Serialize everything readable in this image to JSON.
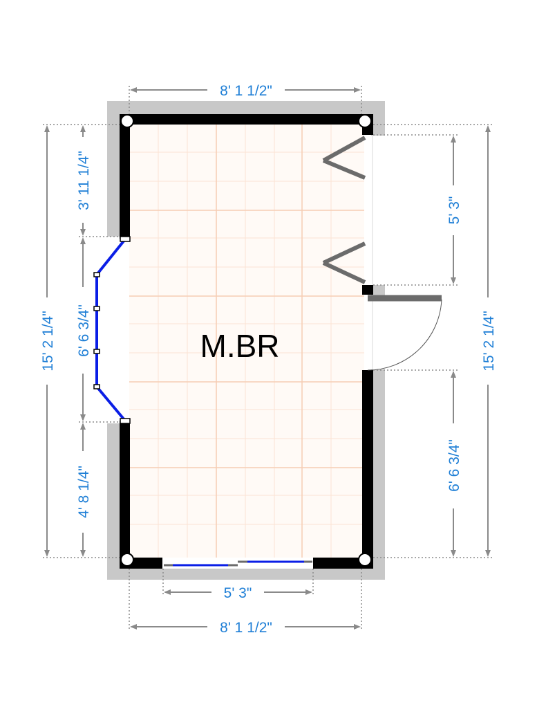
{
  "room": {
    "label": "M.BR"
  },
  "dimensions": {
    "top_width": "8' 1 1/2\"",
    "bottom_width": "8' 1 1/2\"",
    "bottom_window": "5' 3\"",
    "left_upper": "3' 11 1/4\"",
    "left_bay": "6' 6 3/4\"",
    "left_lower": "4' 8 1/4\"",
    "left_total": "15' 2 1/4\"",
    "right_upper": "5' 3\"",
    "right_lower": "6' 6 3/4\"",
    "right_total": "15' 2 1/4\""
  },
  "colors": {
    "wall": "#000000",
    "wall_shadow": "#c8c8c8",
    "window": "#0a1ee6",
    "dimension_text": "#1f7fd6",
    "door": "#6b6b6b",
    "floor_grid": "#f6cdb4"
  }
}
